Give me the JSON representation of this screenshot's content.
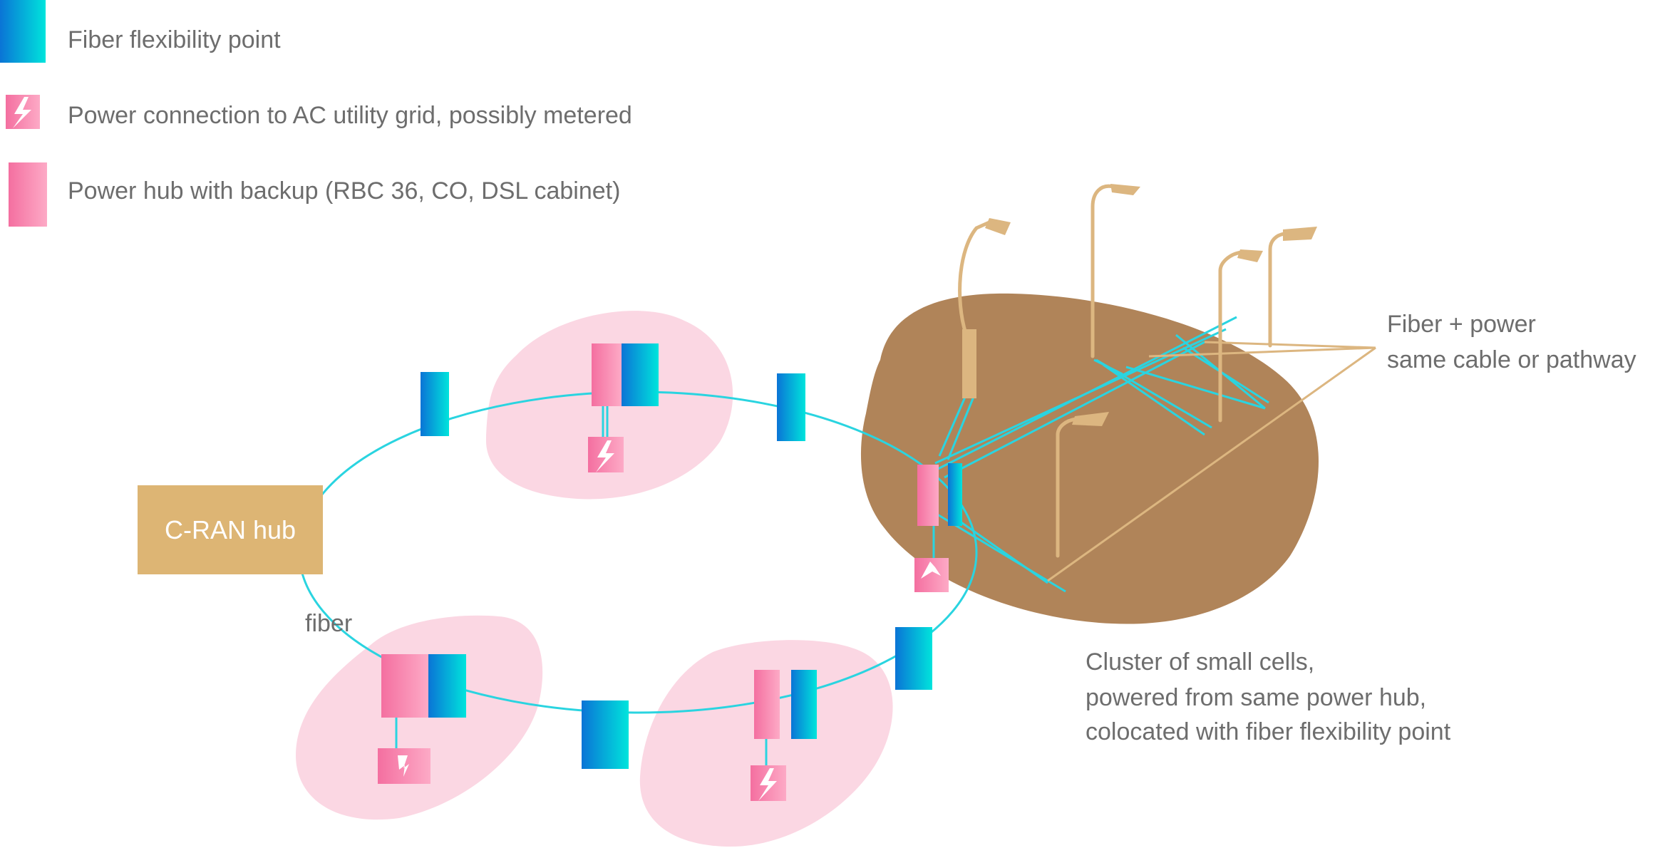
{
  "legend": {
    "fiber_point": {
      "label": "Fiber flexibility point",
      "icon": "fiber-flexibility-icon"
    },
    "power_connection": {
      "label": "Power connection to AC utility grid, possibly metered",
      "icon": "power-grid-icon"
    },
    "power_hub": {
      "label": "Power hub with backup (RBC 36, CO, DSL cabinet)",
      "icon": "power-hub-icon"
    }
  },
  "labels": {
    "cran_hub": "C-RAN hub",
    "fiber": "fiber",
    "fiber_power_1": "Fiber + power",
    "fiber_power_2": "same cable or pathway",
    "cluster_1": "Cluster of small cells,",
    "cluster_2": "powered from same power hub,",
    "cluster_3": "colocated with fiber flexibility point"
  },
  "colors": {
    "fiber_line": "#2ad4e0",
    "fiber_gradient_start": "#0a74d6",
    "fiber_gradient_end": "#00e4dc",
    "power_gradient_start": "#f46fa0",
    "power_gradient_end": "#fdaac6",
    "zone_fill": "#fbd7e3",
    "cluster_fill": "#b08459",
    "hub_fill": "#ddb574",
    "pole_color": "#dcb680",
    "text": "#6d6d6d"
  }
}
